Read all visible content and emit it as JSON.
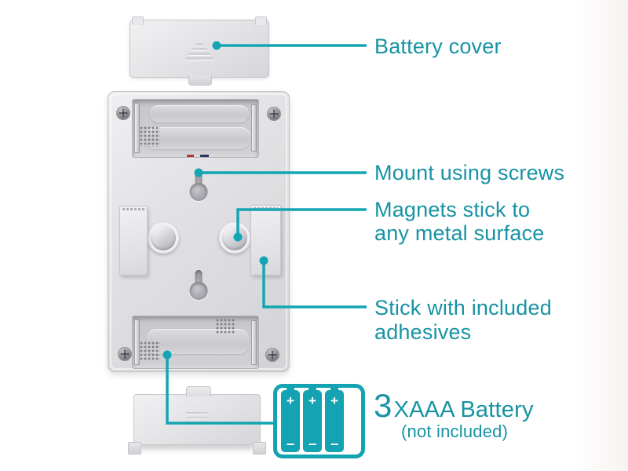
{
  "colors": {
    "connector": "#14a5b2",
    "label": "#1793a4",
    "battery_icon": "#14a3b2",
    "device_plastic": "#dedee1"
  },
  "labels": {
    "battery_cover": "Battery cover",
    "mount": "Mount using screws",
    "magnets_line1": "Magnets stick to",
    "magnets_line2": "any metal surface",
    "adhesive_line1": "Stick with included",
    "adhesive_line2": "adhesives",
    "battery_qty": "3",
    "battery_type": "XAAA Battery",
    "battery_note": "(not included)"
  },
  "battery_icon": {
    "count": 3,
    "plus": "+",
    "minus": "−"
  },
  "device": {
    "parts": [
      "battery-cover-top",
      "back-panel",
      "battery-compartment-top",
      "battery-compartment-bottom",
      "keyhole-mounts",
      "magnets",
      "adhesive-strips",
      "corner-screws",
      "battery-cover-bottom"
    ]
  }
}
